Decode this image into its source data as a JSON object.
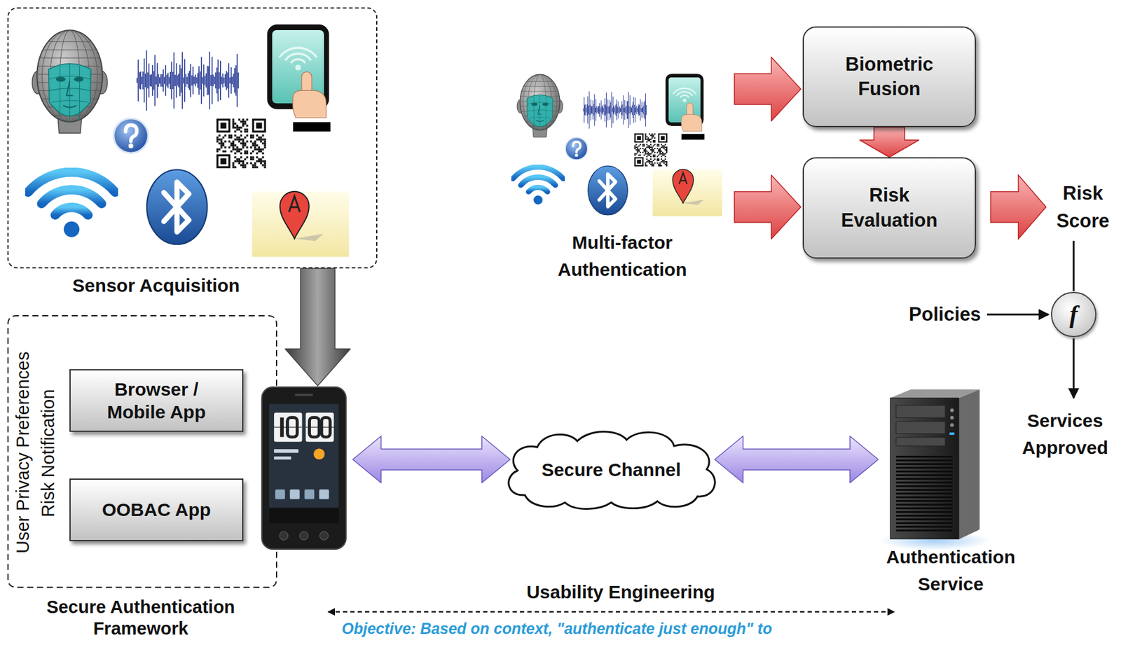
{
  "diagram": {
    "nodes": [
      {
        "text": [
          "Sensor Acquisition"
        ]
      },
      {
        "text": [
          "Multi-factor Authentication"
        ]
      },
      {
        "text": [
          "Biometric Fusion"
        ]
      },
      {
        "text": [
          "Risk Evaluation"
        ]
      },
      {
        "text": [
          "f"
        ]
      },
      {
        "text": [
          "Secure Authentication Framework",
          "User Privacy Preferences",
          "Risk Notification"
        ]
      },
      {
        "text": [
          "Browser / Mobile App"
        ],
        "in": 5
      },
      {
        "text": [
          "OOBAC App"
        ],
        "in": 5
      },
      {
        "text": [
          "Secure Channel"
        ]
      },
      {
        "text": [
          "Authentication Service"
        ]
      }
    ],
    "edges": [
      {
        "from": 0,
        "to": 5,
        "arrow": "to"
      },
      {
        "from": 1,
        "to": 2,
        "arrow": "to"
      },
      {
        "from": 1,
        "to": 3,
        "arrow": "to"
      },
      {
        "from": 2,
        "to": 3,
        "arrow": "to"
      },
      {
        "from": 5,
        "to": 8,
        "arrow": "both"
      },
      {
        "from": 8,
        "to": 9,
        "arrow": "both"
      }
    ],
    "labels": [
      "Risk Score",
      "Policies",
      "Services Approved",
      "Usability Engineering",
      "Objective: Based on context, \"authenticate just enough\" to"
    ]
  }
}
